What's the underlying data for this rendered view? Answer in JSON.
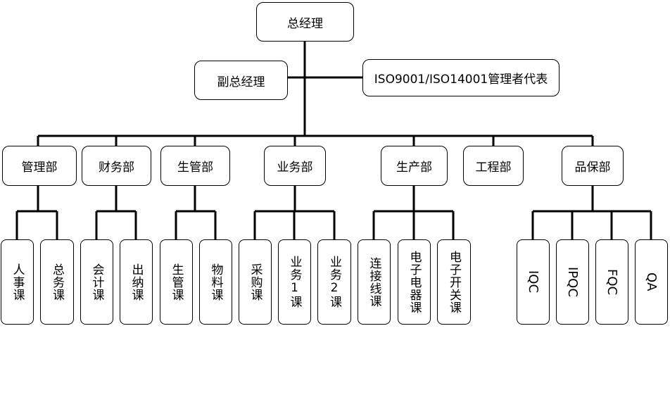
{
  "chart": {
    "top": "总经理",
    "deputy": "副总经理",
    "iso_rep": "ISO9001/ISO14001管理者代表",
    "departments": [
      "管理部",
      "财务部",
      "生管部",
      "业务部",
      "生产部",
      "工程部",
      "品保部"
    ],
    "sections": {
      "admin": [
        "人事课",
        "总务课"
      ],
      "finance": [
        "会计课",
        "出纳课"
      ],
      "production_control": [
        "生管课",
        "物料课"
      ],
      "sales": [
        "采购课",
        "业务1课",
        "业务2课"
      ],
      "production": [
        "连接线课",
        "电子电器课",
        "电子开关课"
      ],
      "quality": [
        "IQC",
        "IPQC",
        "FQC",
        "QA"
      ]
    }
  }
}
